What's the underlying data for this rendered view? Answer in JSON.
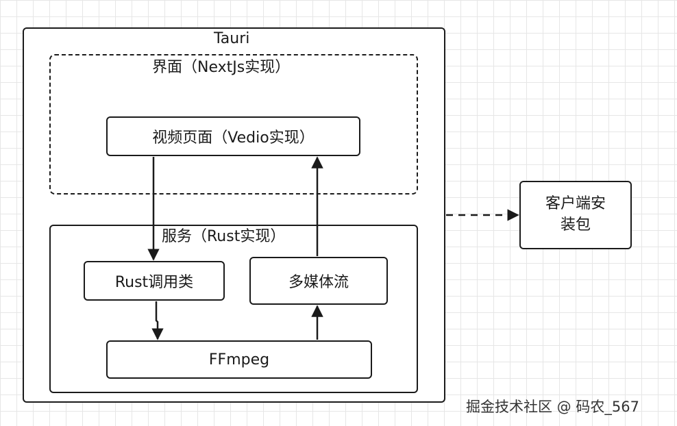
{
  "diagram": {
    "tauri": {
      "label": "Tauri"
    },
    "ui_layer": {
      "label": "界面（NextJs实现）"
    },
    "video_page": {
      "label": "视频页面（Vedio实现）"
    },
    "service_layer": {
      "label": "服务（Rust实现）"
    },
    "rust_caller": {
      "label": "Rust调用类"
    },
    "media_stream": {
      "label": "多媒体流"
    },
    "ffmpeg": {
      "label": "FFmpeg"
    },
    "installer": {
      "line1": "客户端安",
      "line2": "装包"
    }
  },
  "watermark": {
    "text": "掘金技术社区 @ 码农_567"
  }
}
